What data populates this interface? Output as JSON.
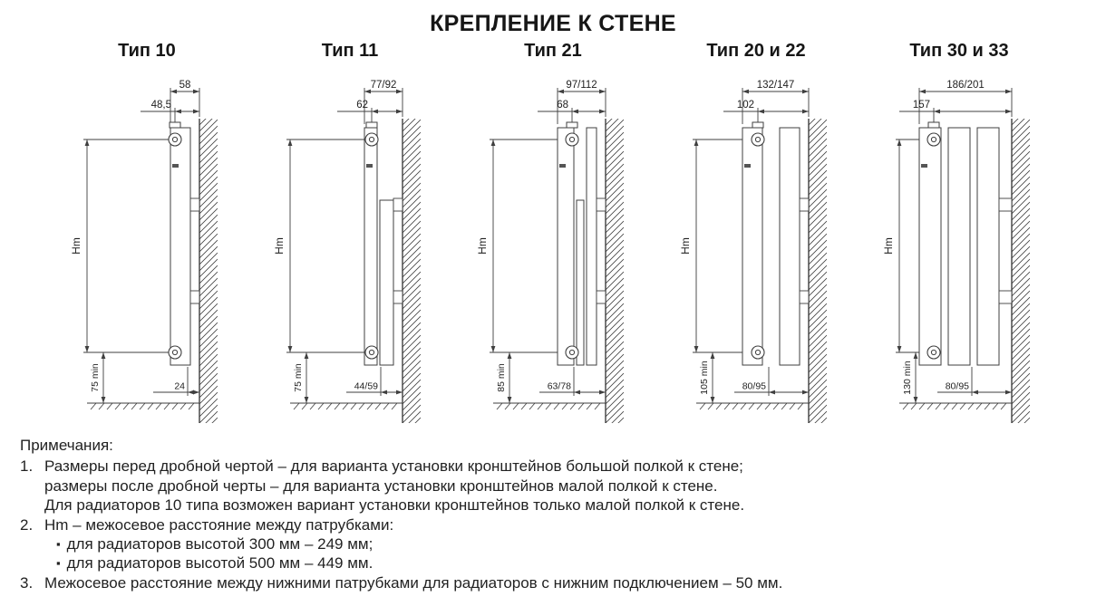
{
  "page": {
    "title": "КРЕПЛЕНИЕ К СТЕНЕ"
  },
  "diagrams": [
    {
      "type_label": "Тип 10",
      "dims": {
        "top_total": "58",
        "top_axis": "48,5",
        "height": "Hm",
        "bottom_min": "75 min",
        "bottom_offset": "24"
      }
    },
    {
      "type_label": "Тип 11",
      "dims": {
        "top_total": "77/92",
        "top_axis": "62",
        "height": "Hm",
        "bottom_min": "75 min",
        "bottom_offset": "44/59"
      }
    },
    {
      "type_label": "Тип 21",
      "dims": {
        "top_total": "97/112",
        "top_axis": "68",
        "height": "Hm",
        "bottom_min": "85 min",
        "bottom_offset": "63/78"
      }
    },
    {
      "type_label": "Тип 20 и 22",
      "dims": {
        "top_total": "132/147",
        "top_axis": "102",
        "height": "Hm",
        "bottom_min": "105 min",
        "bottom_offset": "80/95"
      }
    },
    {
      "type_label": "Тип 30 и 33",
      "dims": {
        "top_total": "186/201",
        "top_axis": "157",
        "height": "Hm",
        "bottom_min": "130 min",
        "bottom_offset": "80/95"
      }
    }
  ],
  "notes": {
    "heading": "Примечания:",
    "bullet_char": "▪",
    "items": [
      {
        "number": "1.",
        "lines": [
          "Размеры перед дробной чертой – для варианта установки кронштейнов большой полкой к стене;",
          "размеры после дробной черты – для варианта установки кронштейнов малой полкой к стене.",
          "Для радиаторов 10 типа возможен вариант установки кронштейнов только малой полкой к стене."
        ]
      },
      {
        "number": "2.",
        "lines": [
          "Hm – межосевое расстояние между патрубками:"
        ],
        "bullets": [
          "для радиаторов высотой 300 мм – 249 мм;",
          "для радиаторов высотой 500 мм – 449 мм."
        ]
      },
      {
        "number": "3.",
        "lines": [
          "Межосевое расстояние между нижними патрубками для радиаторов с нижним подключением – 50 мм."
        ]
      }
    ]
  },
  "colors": {
    "line": "#3f3f3f",
    "text": "#1f1f1f",
    "background": "#ffffff"
  }
}
